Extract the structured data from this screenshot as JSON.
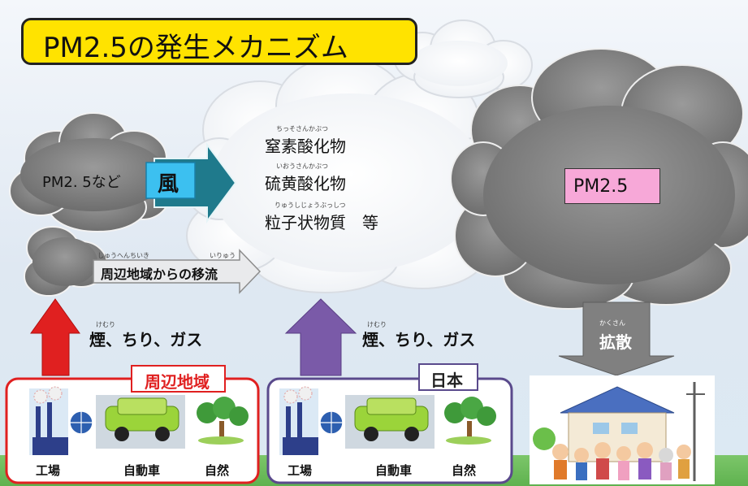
{
  "title": "PM2.5の発生メカニズム",
  "left_cloud_label": "PM2. 5など",
  "wind": {
    "label": "風"
  },
  "center_cloud": {
    "items": [
      {
        "ruby": "ちっそさんかぶつ",
        "label": "窒素酸化物"
      },
      {
        "ruby": "いおうさんかぶつ",
        "label": "硫黄酸化物"
      },
      {
        "ruby": "りゅうしじょうぶっしつ",
        "label": "粒子状物質　等"
      }
    ]
  },
  "right_cloud_label": "PM2.5",
  "migration": {
    "ruby_left": "しゅうへんちいき",
    "ruby_right": "いりゅう",
    "label": "周辺地域からの移流"
  },
  "smoke_left": {
    "ruby": "けむり",
    "label": "煙、ちり、ガス"
  },
  "smoke_right": {
    "ruby": "けむり",
    "label": "煙、ちり、ガス"
  },
  "diffusion": {
    "ruby": "かくさん",
    "label": "拡散"
  },
  "region_left": {
    "label": "周辺地域",
    "items": [
      "工場",
      "自動車",
      "自然"
    ]
  },
  "region_right": {
    "label": "日本",
    "items": [
      "工場",
      "自動車",
      "自然"
    ]
  },
  "colors": {
    "title_bg": "#ffe300",
    "wind_box": "#3cc0f0",
    "pm_label_bg": "#f7a8d8",
    "red_arrow": "#e02020",
    "purple_arrow": "#7a5aa8",
    "grey_arrow": "#808080",
    "region_left_border": "#e02020",
    "region_right_border": "#5a4a8c",
    "teal_arrow": "#1f7a8c"
  }
}
